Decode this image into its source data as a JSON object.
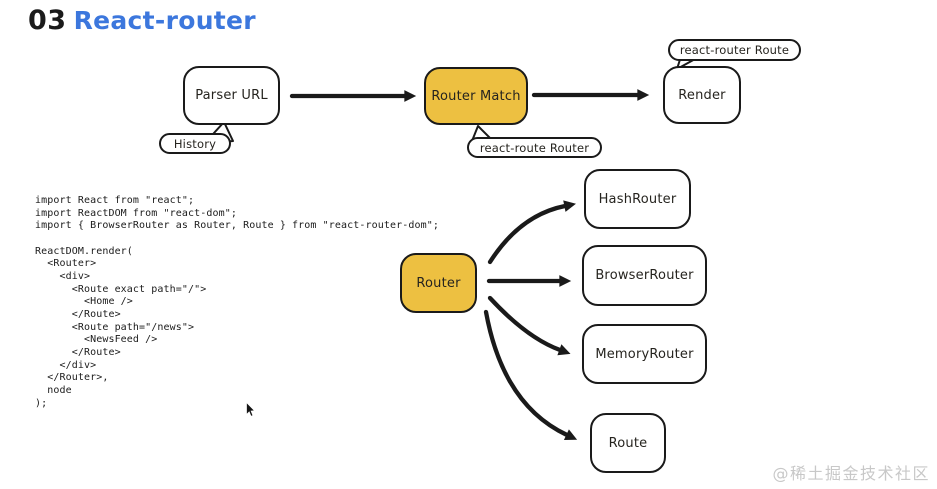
{
  "title": {
    "number": "03",
    "name": "React-router"
  },
  "colors": {
    "accent_blue": "#3c77dd",
    "node_yellow": "#edc041",
    "stroke_dark": "#1a1a1a",
    "watermark_gray": "#c8c8c8"
  },
  "flow": {
    "parser_url": {
      "label": "Parser URL"
    },
    "router_match": {
      "label": "Router Match"
    },
    "render": {
      "label": "Render"
    },
    "history_bubble": {
      "label": "History"
    },
    "react_route_router_bubble": {
      "label": "react-route Router"
    },
    "react_router_route_bubble": {
      "label": "react-router Route"
    }
  },
  "code": {
    "lines": [
      "import React from \"react\";",
      "import ReactDOM from \"react-dom\";",
      "import { BrowserRouter as Router, Route } from \"react-router-dom\";",
      "",
      "ReactDOM.render(",
      "  <Router>",
      "    <div>",
      "      <Route exact path=\"/\">",
      "        <Home />",
      "      </Route>",
      "      <Route path=\"/news\">",
      "        <NewsFeed />",
      "      </Route>",
      "    </div>",
      "  </Router>,",
      "  node",
      ");"
    ]
  },
  "router_tree": {
    "root": {
      "label": "Router"
    },
    "children": [
      {
        "label": "HashRouter"
      },
      {
        "label": "BrowserRouter"
      },
      {
        "label": "MemoryRouter"
      },
      {
        "label": "Route"
      }
    ]
  },
  "watermark": {
    "text": "@稀土掘金技术社区"
  }
}
